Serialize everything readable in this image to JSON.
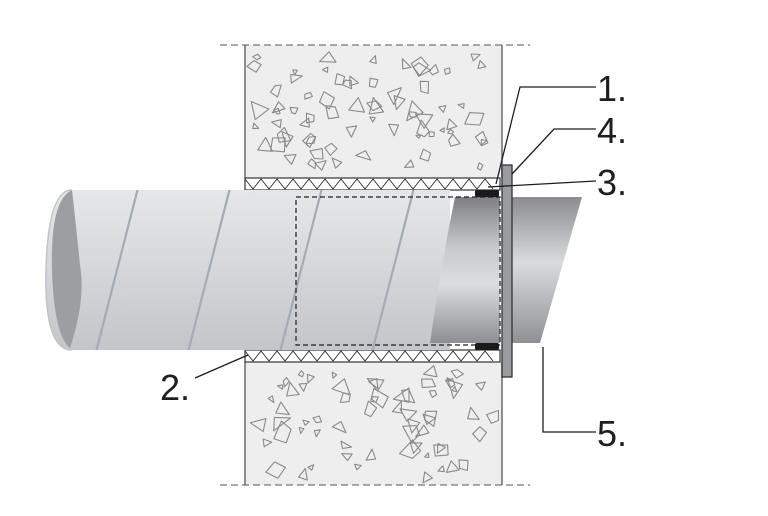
{
  "labels": {
    "item1": "1.",
    "item2": "2.",
    "item3": "3.",
    "item4": "4.",
    "item5": "5."
  },
  "colors": {
    "wall_fill": "#eeeeee",
    "wall_edge": "#6b6b6b",
    "aggregate_stroke": "#8a8a8a",
    "duct_body": "#d7d8da",
    "duct_shadow": "#9c9ea2",
    "seam_line": "#a5abb5",
    "inner_tube_dark": "#8a8c90",
    "inner_tube_light": "#d0d1d3",
    "flange": "#9a9ca0",
    "gasket": "#1a1a1a",
    "leader_line": "#1e1e1e"
  }
}
